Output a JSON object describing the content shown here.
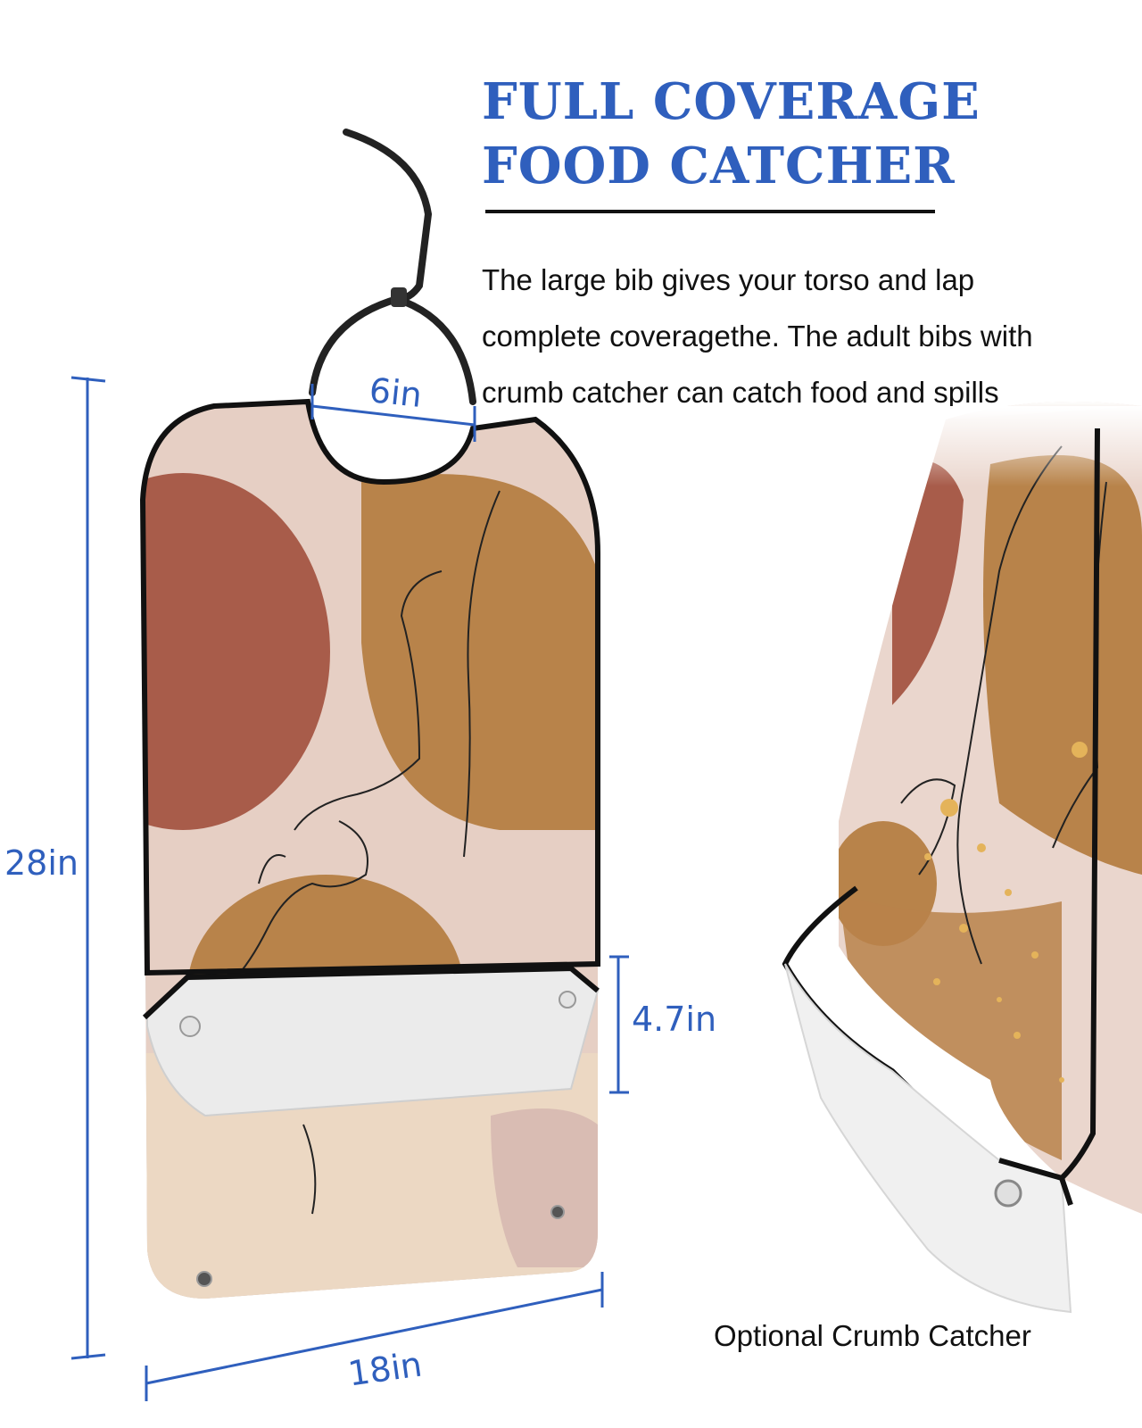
{
  "headline": {
    "line1": "FULL COVERAGE",
    "line2": "FOOD CATCHER"
  },
  "description": {
    "line1": "The large bib gives your torso and lap",
    "line2": "complete coveragethe. The adult bibs with",
    "line3": "crumb catcher can catch food and spills"
  },
  "dimensions": {
    "neck": "6in",
    "height": "28in",
    "pocket": "4.7in",
    "width": "18in"
  },
  "caption": "Optional Crumb Catcher",
  "colors": {
    "accent_blue": "#2f5fbd",
    "rust": "#a85c4a",
    "ochre": "#b8834a",
    "blush": "#e6cfc4",
    "sand": "#ecd8c3",
    "trim": "#111111"
  }
}
